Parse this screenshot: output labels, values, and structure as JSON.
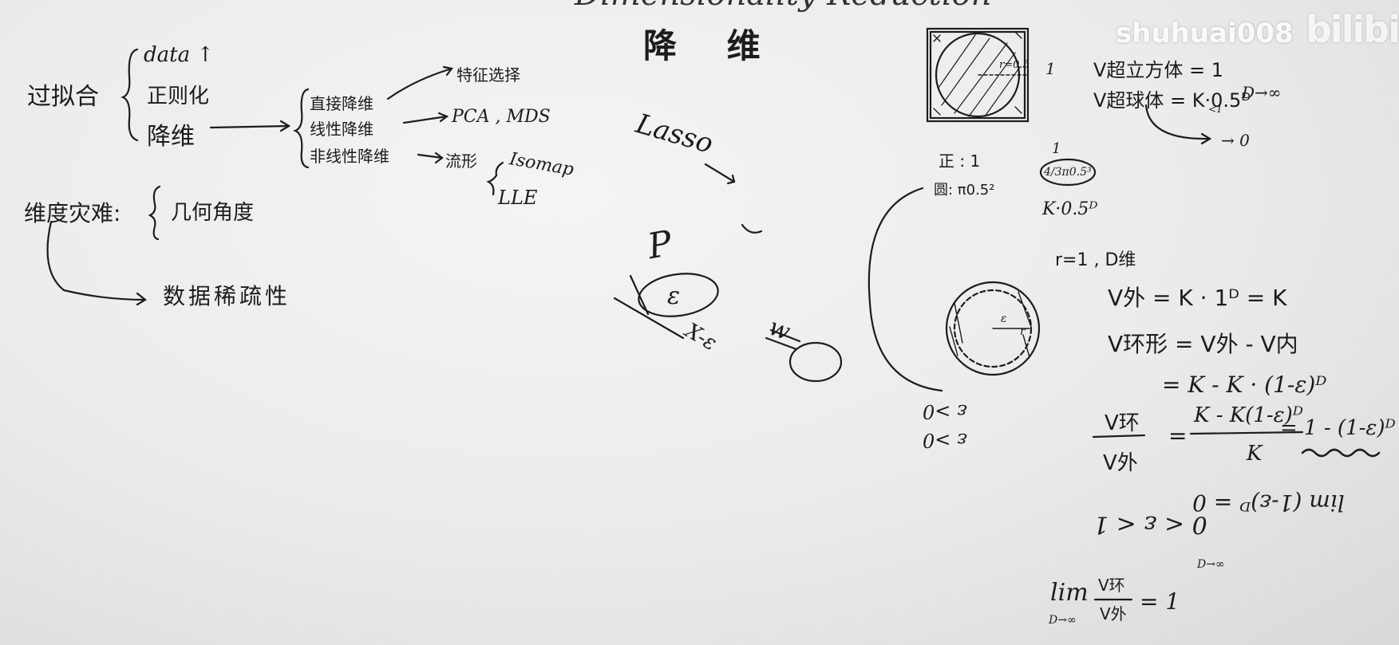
{
  "watermark": {
    "text": "shuhuai008",
    "logo": "bilibili"
  },
  "header": {
    "top_partial": "Dimensionality Reduction",
    "title": "降 维"
  },
  "overfitting": {
    "label": "过拟合",
    "items": [
      "data ↑",
      "正则化",
      "降维"
    ],
    "methods": [
      "直接降维",
      "线性降维",
      "非线性降维"
    ],
    "targets": [
      "特征选择",
      "PCA , MDS",
      "流形"
    ],
    "manifold": [
      "Isomap",
      "LLE"
    ]
  },
  "curse": {
    "label": "维度灾难:",
    "geo": "几何角度",
    "sparse": "数据稀疏性"
  },
  "middle": {
    "lasso": "Lasso",
    "p": "P",
    "eps": "ε",
    "neg": "X-ε",
    "w": "w"
  },
  "square": {
    "r_label": "r=0.5",
    "side": "1",
    "sq_label": "正 : 1",
    "circle_label": "圆: π0.5²",
    "sphere3": "4/3π0.5³",
    "general": "K·0.5ᴰ",
    "one_top": "1"
  },
  "right_top": {
    "v_cube": "V超立方体 = 1",
    "v_sphere": "V超球体 = K·0.5ᴰ",
    "lt1": "<1",
    "d_inf": "D→∞",
    "to_zero": "→ 0"
  },
  "ring": {
    "eps_label": "ε",
    "r_label": "r",
    "r1": "r=1 , D维",
    "note1": "ε >0",
    "note2": "ε >0"
  },
  "formulas": {
    "v_out": "V外 = K · 1ᴰ = K",
    "v_ring": "V环形 = V外 - V内",
    "v_ring2": "= K - K · (1-ε)ᴰ",
    "ratio_num": "V环",
    "ratio_den": "V外",
    "ratio_eq": "=",
    "ratio_num2": "K - K(1-ε)ᴰ",
    "ratio_den2": "K",
    "ratio_res": "= 1 - (1-ε)ᴰ",
    "eps_range": "0 < ε < 1",
    "lim1": "lim (1-ε)ᴰ = 0",
    "lim1_sub": "D→∞",
    "lim2": "lim",
    "lim2_sub": "D→∞",
    "lim2_num": "V环",
    "lim2_den": "V外",
    "lim2_res": "= 1"
  }
}
